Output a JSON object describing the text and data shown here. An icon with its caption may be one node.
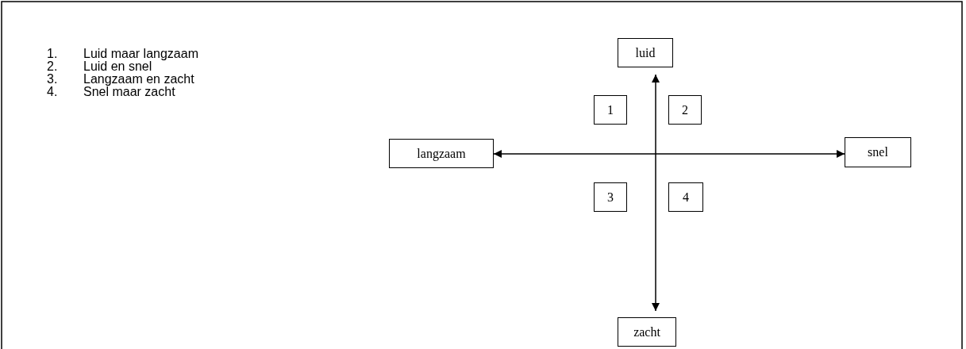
{
  "diagram": {
    "nodes": [
      {
        "text": [
          "luid"
        ]
      },
      {
        "text": [
          "1"
        ]
      },
      {
        "text": [
          "2"
        ]
      },
      {
        "text": [
          "langzaam"
        ]
      },
      {
        "text": [
          "snel"
        ]
      },
      {
        "text": [
          "3"
        ]
      },
      {
        "text": [
          "4"
        ]
      },
      {
        "text": [
          "zacht"
        ]
      }
    ],
    "edges": [
      {
        "from": 0,
        "to": 7,
        "arrow": "both"
      },
      {
        "from": 3,
        "to": 4,
        "arrow": "both"
      }
    ],
    "labels": [
      "1.",
      "Luid maar langzaam",
      "2.",
      "Luid en snel",
      "3.",
      "Langzaam en zacht",
      "4.",
      "Snel maar zacht"
    ]
  }
}
